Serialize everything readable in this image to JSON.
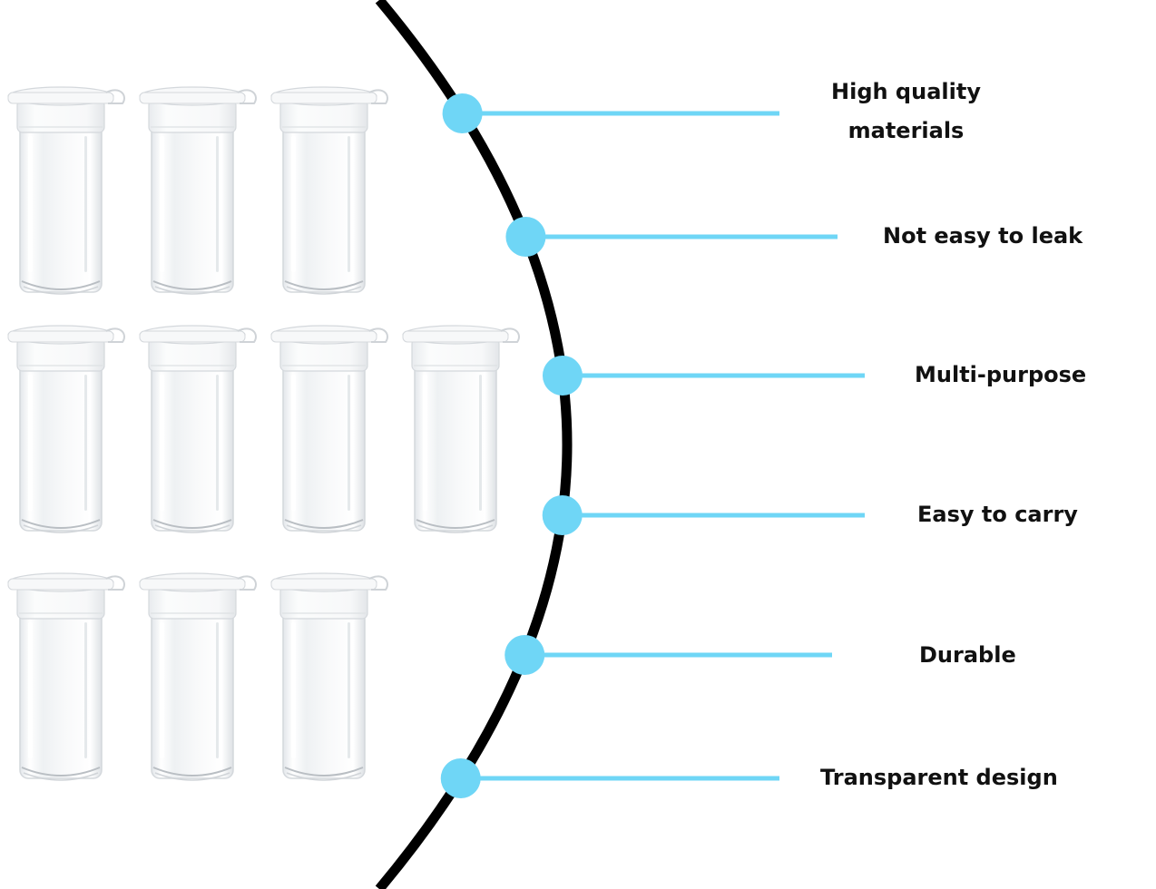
{
  "colors": {
    "background": "#ffffff",
    "arc": "#000000",
    "accent": "#6fd6f6",
    "label_text": "#111111",
    "vial_body": "#f1f3f5",
    "vial_edge": "#d4d8dc",
    "vial_cap": "#f7f8f9"
  },
  "product": {
    "icon": "vial-icon",
    "vial_rows": [
      3,
      4,
      3
    ]
  },
  "features": [
    {
      "lines": [
        "High quality",
        "materials"
      ]
    },
    {
      "lines": [
        "Not easy to leak"
      ]
    },
    {
      "lines": [
        "Multi-purpose"
      ]
    },
    {
      "lines": [
        "Easy to carry"
      ]
    },
    {
      "lines": [
        "Durable"
      ]
    },
    {
      "lines": [
        "Transparent design"
      ]
    }
  ]
}
